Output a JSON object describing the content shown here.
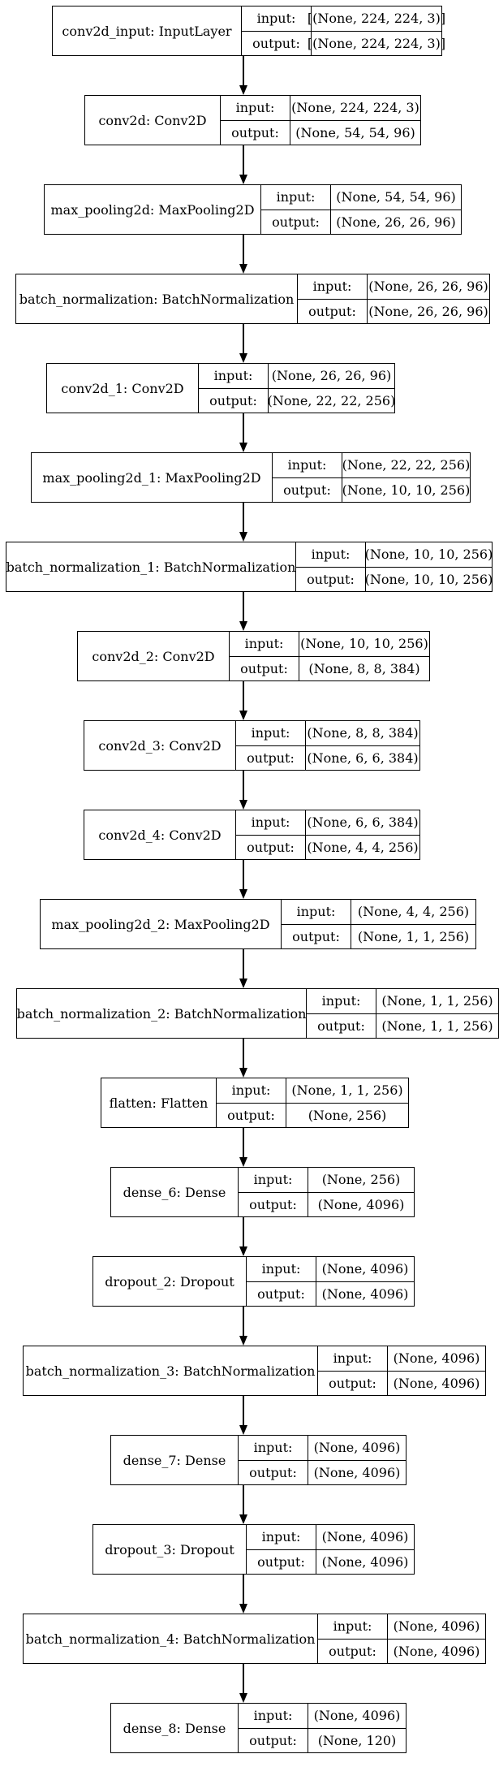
{
  "diagram": {
    "input_label": "input:",
    "output_label": "output:",
    "layers": [
      {
        "name": "conv2d_input: InputLayer",
        "input": "[(None, 224, 224, 3)]",
        "output": "[(None, 224, 224, 3)]"
      },
      {
        "name": "conv2d: Conv2D",
        "input": "(None, 224, 224, 3)",
        "output": "(None, 54, 54, 96)"
      },
      {
        "name": "max_pooling2d: MaxPooling2D",
        "input": "(None, 54, 54, 96)",
        "output": "(None, 26, 26, 96)"
      },
      {
        "name": "batch_normalization: BatchNormalization",
        "input": "(None, 26, 26, 96)",
        "output": "(None, 26, 26, 96)"
      },
      {
        "name": "conv2d_1: Conv2D",
        "input": "(None, 26, 26, 96)",
        "output": "(None, 22, 22, 256)"
      },
      {
        "name": "max_pooling2d_1: MaxPooling2D",
        "input": "(None, 22, 22, 256)",
        "output": "(None, 10, 10, 256)"
      },
      {
        "name": "batch_normalization_1: BatchNormalization",
        "input": "(None, 10, 10, 256)",
        "output": "(None, 10, 10, 256)"
      },
      {
        "name": "conv2d_2: Conv2D",
        "input": "(None, 10, 10, 256)",
        "output": "(None, 8, 8, 384)"
      },
      {
        "name": "conv2d_3: Conv2D",
        "input": "(None, 8, 8, 384)",
        "output": "(None, 6, 6, 384)"
      },
      {
        "name": "conv2d_4: Conv2D",
        "input": "(None, 6, 6, 384)",
        "output": "(None, 4, 4, 256)"
      },
      {
        "name": "max_pooling2d_2: MaxPooling2D",
        "input": "(None, 4, 4, 256)",
        "output": "(None, 1, 1, 256)"
      },
      {
        "name": "batch_normalization_2: BatchNormalization",
        "input": "(None, 1, 1, 256)",
        "output": "(None, 1, 1, 256)"
      },
      {
        "name": "flatten: Flatten",
        "input": "(None, 1, 1, 256)",
        "output": "(None, 256)"
      },
      {
        "name": "dense_6: Dense",
        "input": "(None, 256)",
        "output": "(None, 4096)"
      },
      {
        "name": "dropout_2: Dropout",
        "input": "(None, 4096)",
        "output": "(None, 4096)"
      },
      {
        "name": "batch_normalization_3: BatchNormalization",
        "input": "(None, 4096)",
        "output": "(None, 4096)"
      },
      {
        "name": "dense_7: Dense",
        "input": "(None, 4096)",
        "output": "(None, 4096)"
      },
      {
        "name": "dropout_3: Dropout",
        "input": "(None, 4096)",
        "output": "(None, 4096)"
      },
      {
        "name": "batch_normalization_4: BatchNormalization",
        "input": "(None, 4096)",
        "output": "(None, 4096)"
      },
      {
        "name": "dense_8: Dense",
        "input": "(None, 4096)",
        "output": "(None, 120)"
      }
    ]
  }
}
